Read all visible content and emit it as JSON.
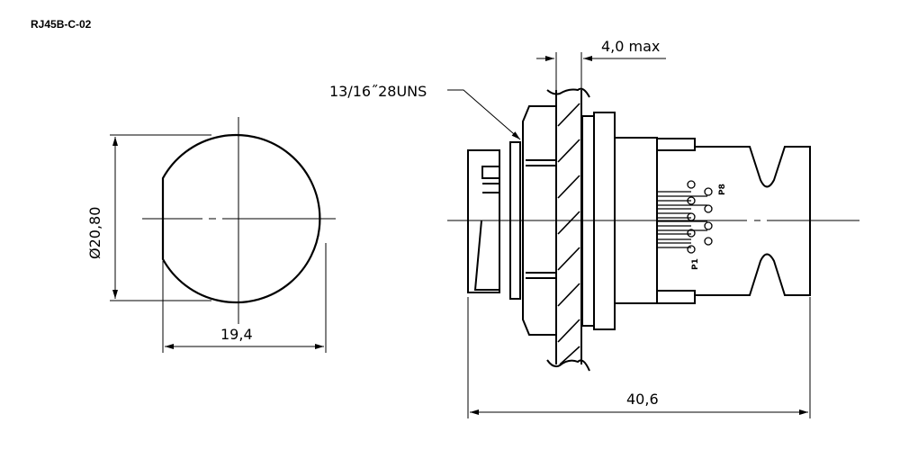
{
  "title": "RJ45B-C-02",
  "dimensions": {
    "diameter": "Ø20,80",
    "width": "19,4",
    "length": "40,6",
    "panel_thickness": "4,0 max",
    "thread": "13/16˝28UNS"
  },
  "pin_labels": {
    "first": "P1",
    "last": "P8"
  }
}
